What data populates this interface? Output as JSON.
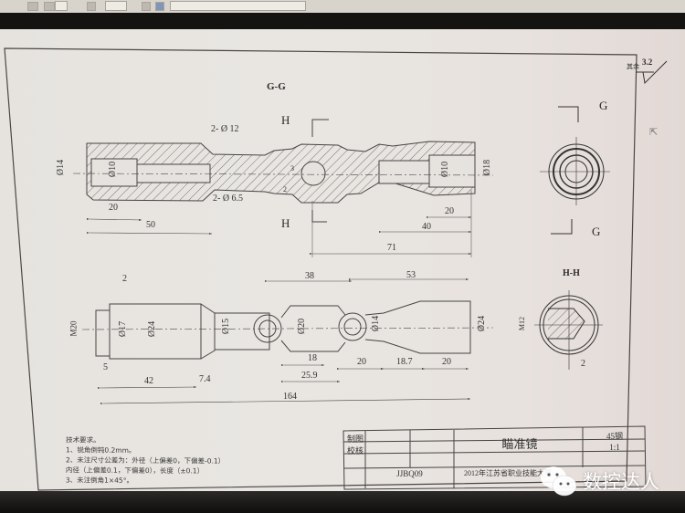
{
  "toolbar": {
    "dropdown_value": "",
    "buttons": [
      "tool-1",
      "tool-2",
      "tool-3",
      "tool-4",
      "tool-5",
      "tool-6"
    ]
  },
  "drawing": {
    "title_block": {
      "part_name": "瞄准镜",
      "material": "45钢",
      "scale": "1:1",
      "drawing_number": "JJBQ09",
      "competition": "2012年江苏省职业技能大赛",
      "drawn_label": "制图",
      "checked_label": "校核"
    },
    "roughness": {
      "label": "其余",
      "value": "3.2"
    },
    "section_labels": {
      "gg_title": "G-G",
      "hh_title": "H-H",
      "g_top": "G",
      "g_bottom": "G",
      "h_top": "H",
      "h_bottom": "H"
    },
    "section_view_dimensions": {
      "hole_pair_top": "2- Ø 12",
      "hole_pair_bottom": "2- Ø 6.5",
      "dia_14": "Ø14",
      "dia_10_left": "Ø10",
      "dia_10_right": "Ø10",
      "dia_18": "Ø18",
      "dim_2": "2",
      "dim_3": "3",
      "len_20_left": "20",
      "len_50": "50",
      "len_20_right": "20",
      "len_40": "40",
      "len_71": "71"
    },
    "main_view_dimensions": {
      "offset_2": "2",
      "thread_m20": "M20",
      "dia_17": "Ø17",
      "dia_24_left": "Ø24",
      "dia_15": "Ø15",
      "dia_20": "Ø20",
      "dia_14": "Ø14",
      "dia_24_right": "Ø24",
      "len_5": "5",
      "len_42": "42",
      "len_7_4": "7.4",
      "len_18": "18",
      "len_25_9": "25.9",
      "len_20_a": "20",
      "len_18_7": "18.7",
      "len_20_b": "20",
      "len_38": "38",
      "len_53": "53",
      "len_164": "164"
    },
    "hh_view_dimensions": {
      "thread_m12": "M12",
      "dim_2": "2"
    },
    "technical_requirements": {
      "heading": "技术要求。",
      "items": [
        "1、锐角倒钝0.2mm。",
        "2、未注尺寸公差为：外径（上偏差0，下偏差-0.1）",
        "内径（上偏差0.1，下偏差0），长度（±0.1）",
        "3、未注倒角1×45°。"
      ]
    }
  },
  "watermark": {
    "text": "数控达人",
    "icon": "wechat-icon"
  }
}
